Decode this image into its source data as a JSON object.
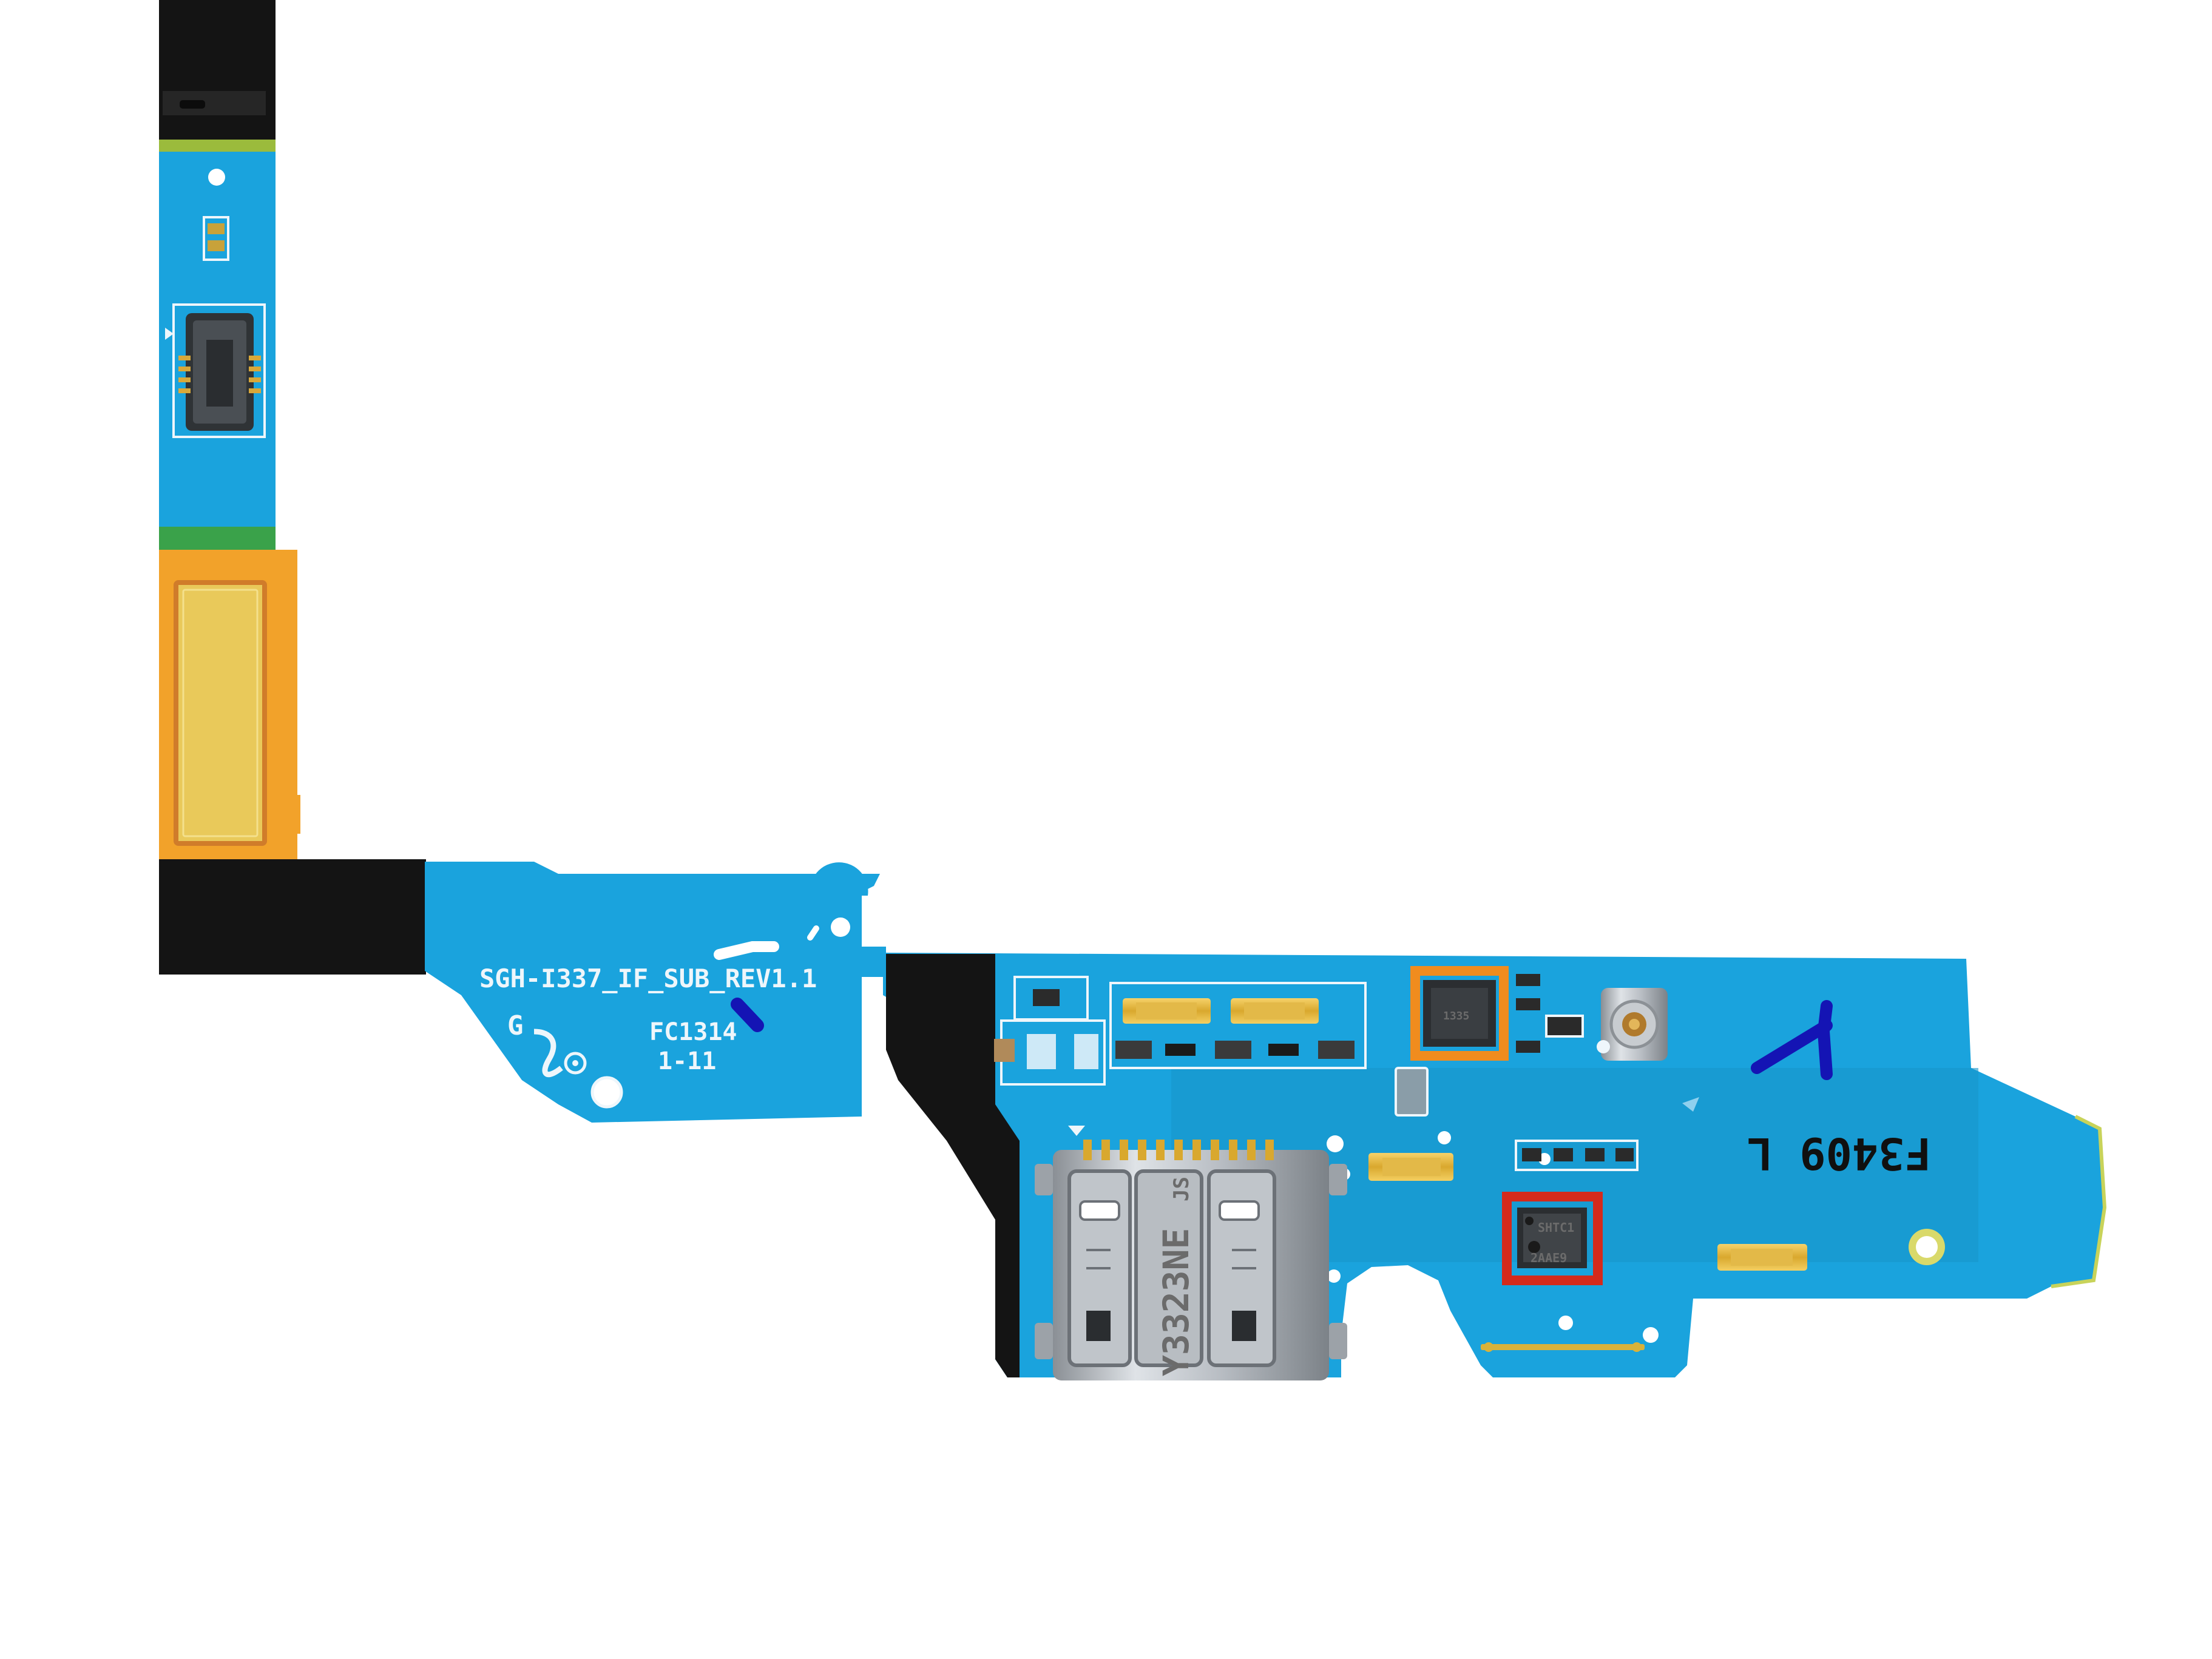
{
  "photo": {
    "subject": "Samsung Galaxy S4 charging port / microphone daughterboard flex cable",
    "background_color": "#ffffff",
    "colors": {
      "board_blue": "#1aa3dd",
      "flex_black": "#141414",
      "flex_orange": "#f2a22a",
      "highlight_orange": "#f08c1e",
      "highlight_red": "#d42a1c",
      "silkscreen": "#eef6fb",
      "marker_ink": "#1414b4"
    }
  },
  "silkscreen": {
    "board_id": "SGH-I337_IF_SUB_REV1.1",
    "manufacturer_mark": "G",
    "code": "FC1314",
    "date": "1-11",
    "rotated_code": "F3409 L"
  },
  "usb_connector": {
    "label": "Y3323NE",
    "brand_mark": "JS"
  },
  "sensor_chip": {
    "line1": "SHTC1",
    "line2": "2AAE9"
  },
  "mic_chip": {
    "text": "1335"
  },
  "highlights": [
    {
      "name": "orange-box",
      "color": "#f08c1e",
      "target": "mic-chip"
    },
    {
      "name": "red-box",
      "color": "#d42a1c",
      "target": "sensor-chip"
    }
  ]
}
